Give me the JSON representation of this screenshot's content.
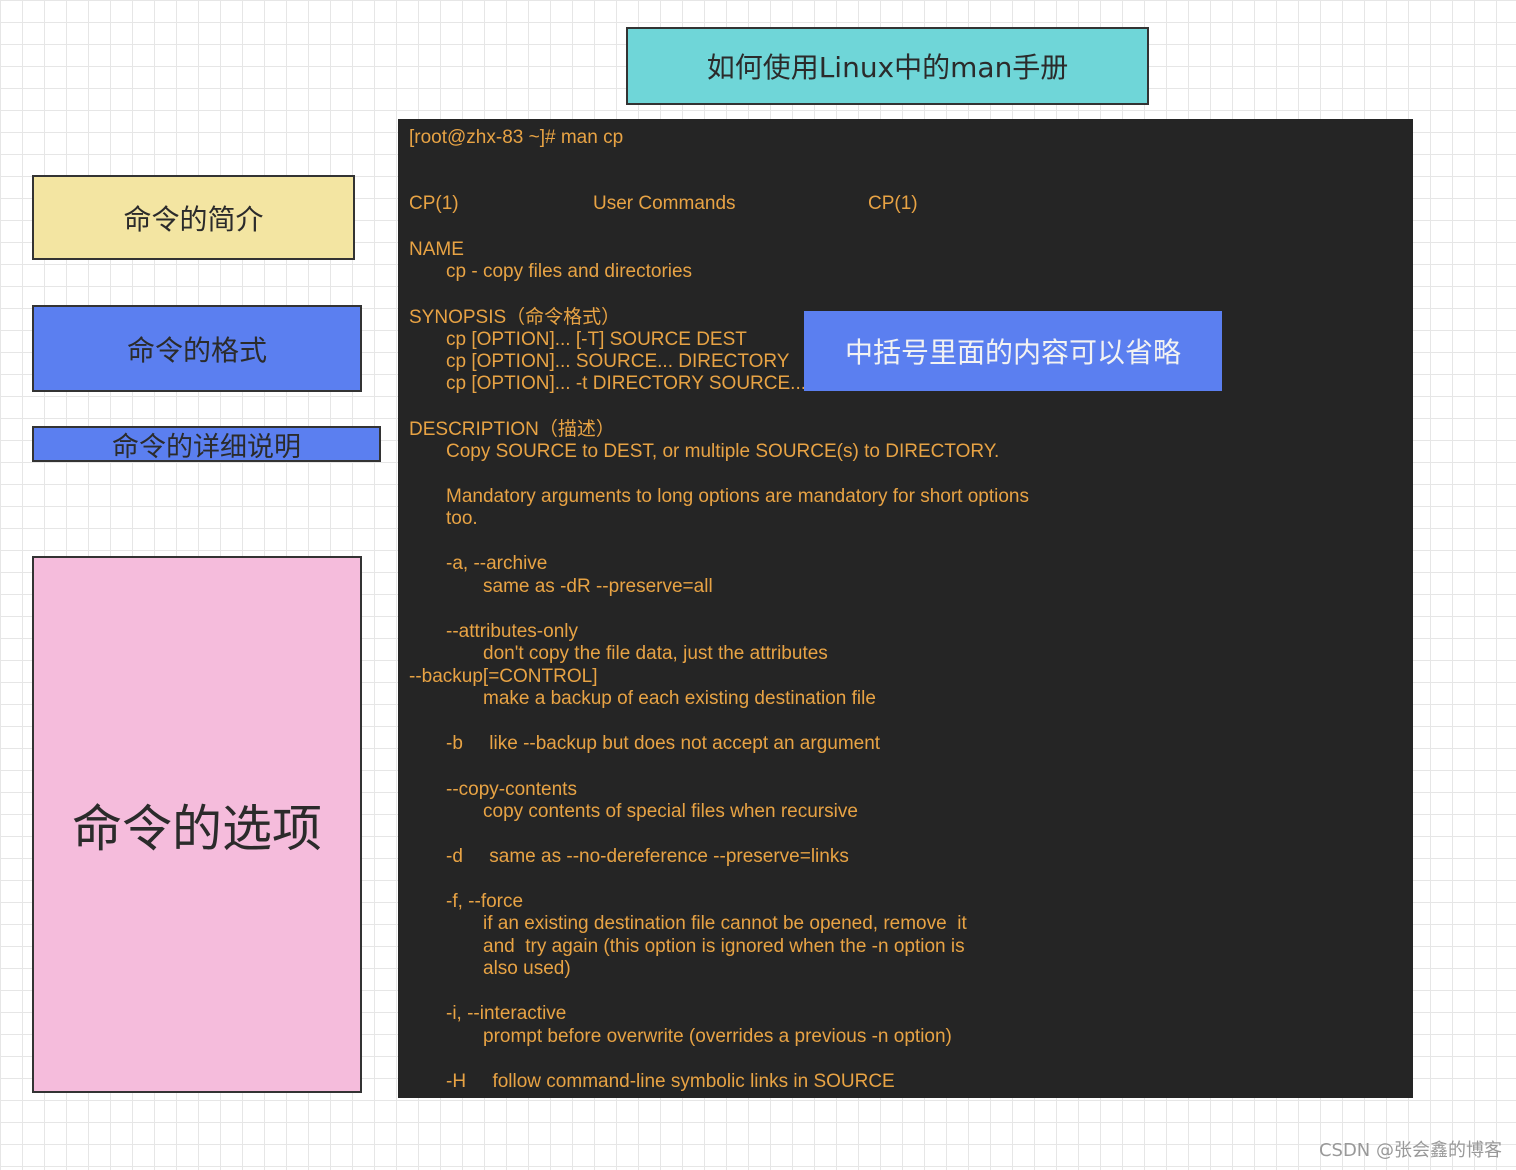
{
  "title": "如何使用Linux中的man手册",
  "labels": {
    "intro": "命令的简介",
    "format": "命令的格式",
    "detail": "命令的详细说明",
    "options": "命令的选项"
  },
  "callout": "中括号里面的内容可以省略",
  "terminal": {
    "prompt": "[root@zhx-83 ~]# man cp",
    "header_left": "CP(1)",
    "header_center": "User Commands",
    "header_right": "CP(1)",
    "name_heading": "NAME",
    "name_line": "cp - copy files and directories",
    "synopsis_heading": "SYNOPSIS（命令格式）",
    "synopsis_1": "cp [OPTION]... [-T] SOURCE DEST",
    "synopsis_2": "cp [OPTION]... SOURCE... DIRECTORY",
    "synopsis_3": "cp [OPTION]... -t DIRECTORY SOURCE...",
    "description_heading": "DESCRIPTION（描述）",
    "desc_1": "Copy SOURCE to DEST, or multiple SOURCE(s) to DIRECTORY.",
    "desc_2a": "Mandatory arguments to long options are mandatory for short options",
    "desc_2b": "too.",
    "opt_a": "-a, --archive",
    "opt_a_desc": "same as -dR --preserve=all",
    "opt_attr": "--attributes-only",
    "opt_attr_desc": "don't copy the file data, just the attributes",
    "opt_backup": "--backup[=CONTROL]",
    "opt_backup_desc": "make a backup of each existing destination file",
    "opt_b": "-b     like --backup but does not accept an argument",
    "opt_copy": "--copy-contents",
    "opt_copy_desc": "copy contents of special files when recursive",
    "opt_d": "-d     same as --no-dereference --preserve=links",
    "opt_f": "-f, --force",
    "opt_f_desc1": "if an existing destination file cannot be opened, remove  it",
    "opt_f_desc2": "and  try again (this option is ignored when the -n option is",
    "opt_f_desc3": "also used)",
    "opt_i": "-i, --interactive",
    "opt_i_desc": "prompt before overwrite (overrides a previous -n option)",
    "opt_H": "-H     follow command-line symbolic links in SOURCE"
  },
  "watermark": "CSDN @张会鑫的博客"
}
